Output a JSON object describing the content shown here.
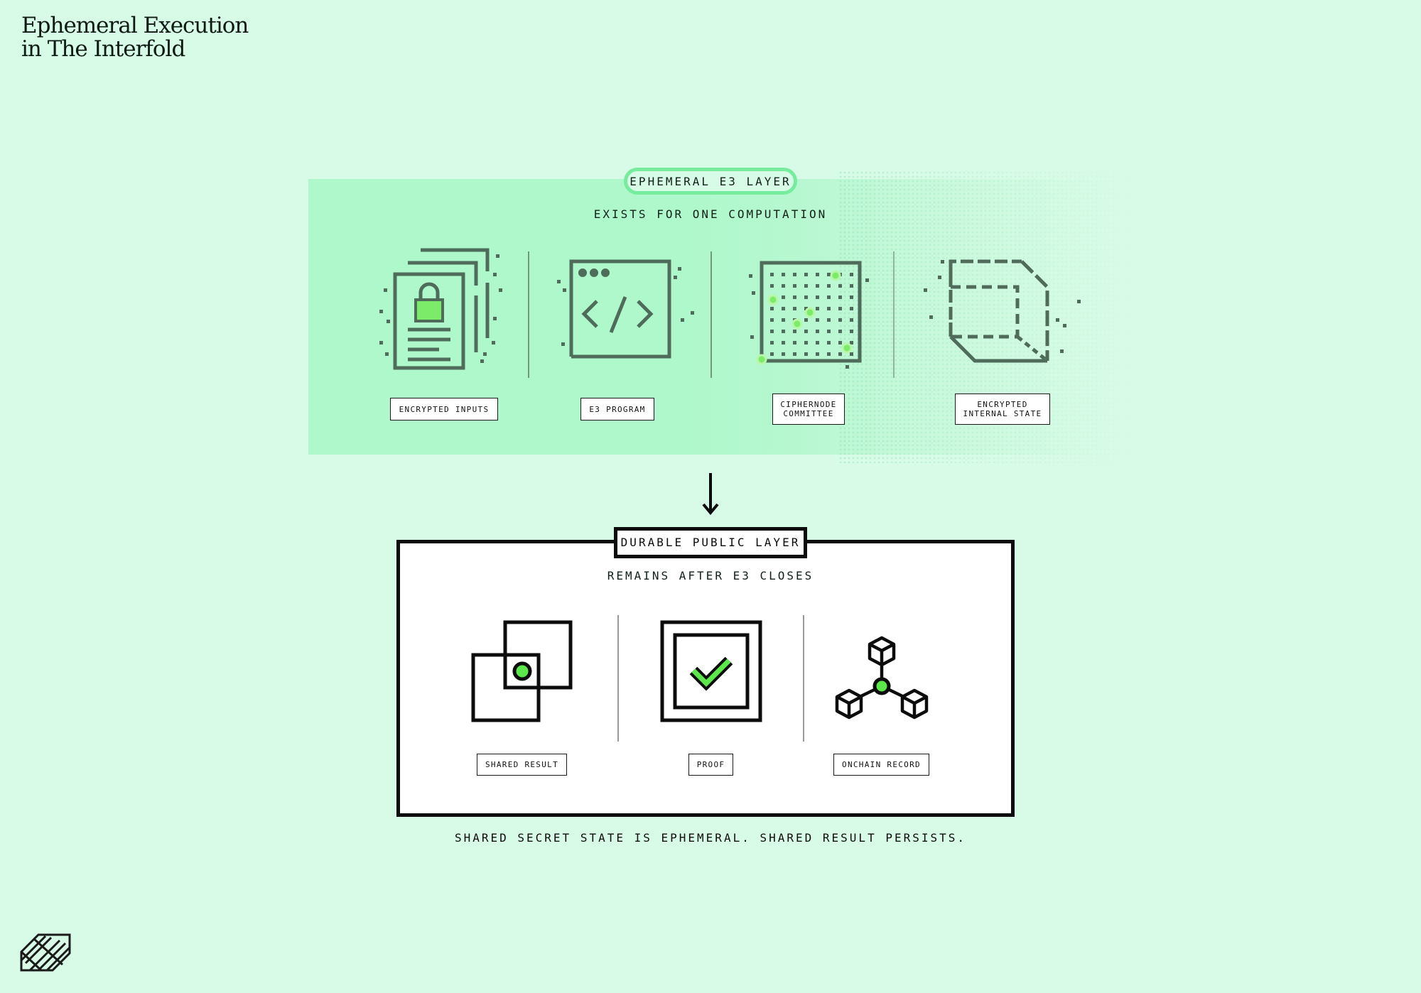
{
  "title": {
    "line1": "Ephemeral Execution",
    "line2": "in The Interfold"
  },
  "ephemeral_layer": {
    "tag": "EPHEMERAL E3 LAYER",
    "subtitle": "EXISTS FOR ONE COMPUTATION",
    "items": [
      {
        "label": "ENCRYPTED INPUTS",
        "icon": "encrypted-documents-icon"
      },
      {
        "label": "E3 PROGRAM",
        "icon": "code-window-icon"
      },
      {
        "label": "CIPHERNODE COMMITTEE",
        "icon": "node-grid-icon"
      },
      {
        "label": "ENCRYPTED INTERNAL STATE",
        "icon": "dashed-cube-icon"
      }
    ]
  },
  "durable_layer": {
    "tag": "DURABLE PUBLIC LAYER",
    "subtitle": "REMAINS AFTER E3 CLOSES",
    "items": [
      {
        "label": "SHARED RESULT",
        "icon": "overlapping-squares-icon"
      },
      {
        "label": "PROOF",
        "icon": "checkmark-frame-icon"
      },
      {
        "label": "ONCHAIN RECORD",
        "icon": "network-cubes-icon"
      }
    ]
  },
  "footer": "SHARED SECRET STATE IS EPHEMERAL. SHARED RESULT PERSISTS.",
  "colors": {
    "background": "#d8fbe7",
    "ephemeral_band": "#aef8cb",
    "accent_green": "#5ce84a",
    "icon_gray": "#4f6b5a",
    "ink": "#0c0c0c"
  }
}
